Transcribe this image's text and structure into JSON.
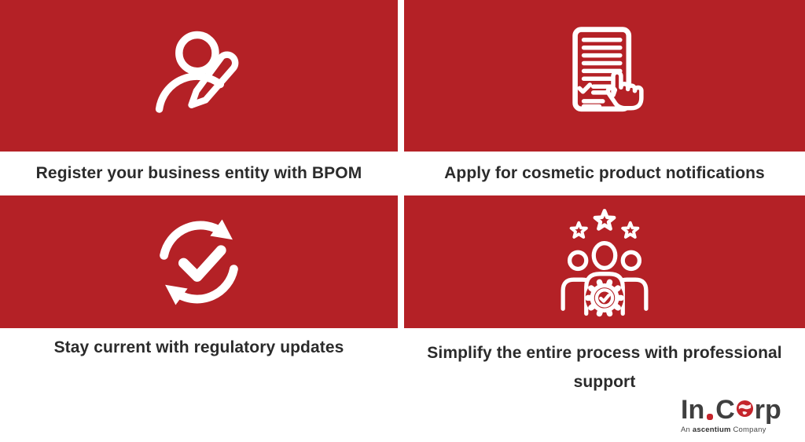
{
  "theme": {
    "panel_red": "#b42126",
    "caption_text": "#2b2b2b",
    "icon_color": "#ffffff",
    "background": "#ffffff",
    "logo_gray": "#3f3f3f",
    "logo_red": "#c4242b"
  },
  "cards": [
    {
      "icon": "person-edit-icon",
      "caption": "Register your business entity with BPOM"
    },
    {
      "icon": "document-checklist-hand-icon",
      "caption": "Apply for cosmetic product notifications"
    },
    {
      "icon": "sync-check-icon",
      "caption": "Stay current with regulatory updates"
    },
    {
      "icon": "team-gear-check-icon",
      "caption": "Simplify the entire process with professional support"
    }
  ],
  "logo": {
    "word_part1": "In",
    "word_part2": "C",
    "word_part3": "rp",
    "globe_icon": "globe-icon",
    "tagline_prefix": "An ",
    "tagline_brand": "ascentium",
    "tagline_suffix": " Company"
  }
}
